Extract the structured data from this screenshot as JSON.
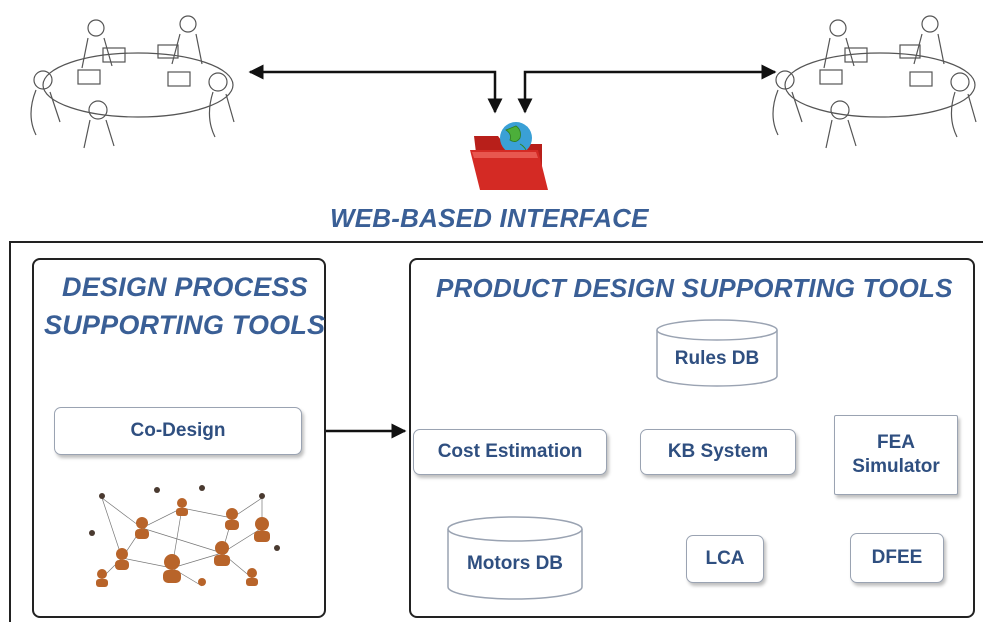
{
  "header": {
    "web_interface_label": "WEB-BASED INTERFACE"
  },
  "left_panel": {
    "title_line1": "DESIGN PROCESS",
    "title_line2": "SUPPORTING TOOLS",
    "codesign_label": "Co-Design"
  },
  "right_panel": {
    "title": "PRODUCT DESIGN SUPPORTING TOOLS",
    "rules_db": "Rules DB",
    "kb_system": "KB System",
    "cost_estimation": "Cost Estimation",
    "fea_line1": "FEA",
    "fea_line2": "Simulator",
    "motors_db": "Motors DB",
    "lca": "LCA",
    "dfee": "DFEE"
  },
  "colors": {
    "title_blue": "#3a5f96",
    "node_text": "#2f4f80",
    "folder_red": "#d42a24",
    "network_orange": "#b8642a"
  },
  "icons": [
    "team-meeting-icon",
    "web-folder-globe-icon",
    "network-people-icon"
  ]
}
